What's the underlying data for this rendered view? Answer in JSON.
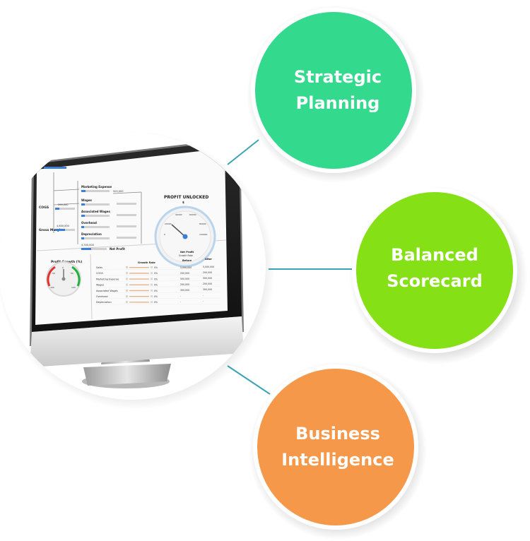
{
  "nodes": [
    {
      "id": "strategic",
      "line1": "Strategic",
      "line2": "Planning",
      "color": "#33d98c"
    },
    {
      "id": "balanced",
      "line1": "Balanced",
      "line2": "Scorecard",
      "color": "#85e016"
    },
    {
      "id": "business",
      "line1": "Business",
      "line2": "Intelligence",
      "color": "#f5984a"
    }
  ],
  "connector_color": "#3ba3b3",
  "dashboard": {
    "title": "PROFIT UNLOCKED",
    "title_value": "$",
    "gauge_caption_1": "Net Profit",
    "gauge_caption_2": "Growth Rate",
    "profit_growth_label": "Profit Growth (%)",
    "flow_labels": {
      "marketing_expense": "Marketing Expense",
      "wages": "Wages",
      "associated_wages": "Associated Wages",
      "overhead": "Overhead",
      "depreciation": "Depreciation",
      "net_profit": "Net Profit",
      "cogs": "COGS",
      "gross_margin": "Gross Margin"
    },
    "flow_values": {
      "top": "5,000,000",
      "marketing": "500,000",
      "cogs": "200,000",
      "gross": "4,800,000",
      "net_profit": "4,300,000"
    },
    "table": {
      "headers": [
        "Growth Rate",
        "Before",
        "After"
      ],
      "rows": [
        {
          "name": "Sales",
          "rate": "0%",
          "before": "5,000,000",
          "after": "5,000,000"
        },
        {
          "name": "COGS",
          "rate": "0%",
          "before": "200,000",
          "after": "200,000"
        },
        {
          "name": "Marketing Expense",
          "rate": "0%",
          "before": "500,000",
          "after": "500,000"
        },
        {
          "name": "Wages",
          "rate": "0%",
          "before": "200,000",
          "after": "200,000"
        },
        {
          "name": "Associated Wages",
          "rate": "0%",
          "before": "300,000",
          "after": "300,000"
        },
        {
          "name": "Overhead",
          "rate": "0%",
          "before": "-",
          "after": "-"
        },
        {
          "name": "Depreciation",
          "rate": "0%",
          "before": "-",
          "after": "-"
        }
      ]
    },
    "gauge_ticks": [
      "0",
      "20000",
      "40000",
      "60000",
      "80000",
      "100000"
    ],
    "growth_ticks": [
      "-100",
      "-50",
      "0",
      "50",
      "100"
    ]
  }
}
